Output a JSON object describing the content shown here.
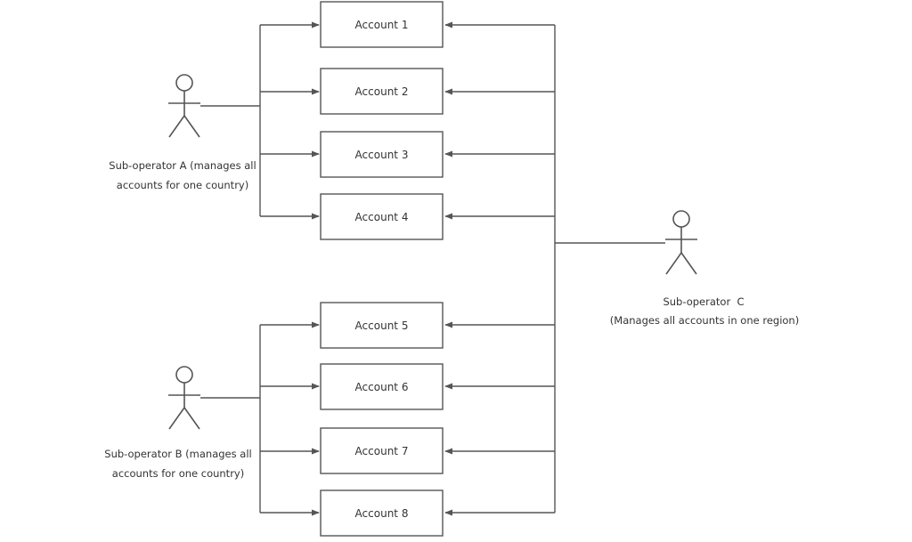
{
  "accounts": [
    {
      "label": "Account 1"
    },
    {
      "label": "Account 2"
    },
    {
      "label": "Account 3"
    },
    {
      "label": "Account 4"
    },
    {
      "label": "Account 5"
    },
    {
      "label": "Account 6"
    },
    {
      "label": "Account 7"
    },
    {
      "label": "Account 8"
    }
  ],
  "actors": {
    "a": {
      "caption_lines": [
        "Sub-operator A (manages all",
        "accounts for one country)"
      ]
    },
    "b": {
      "caption_lines": [
        "Sub-operator B (manages all",
        "accounts for one country)"
      ]
    },
    "c": {
      "caption_lines": [
        "Sub-operator  C",
        "(Manages all accounts in one region)"
      ]
    }
  },
  "colors": {
    "line": "#555555",
    "text": "#333333",
    "background": "#ffffff"
  }
}
